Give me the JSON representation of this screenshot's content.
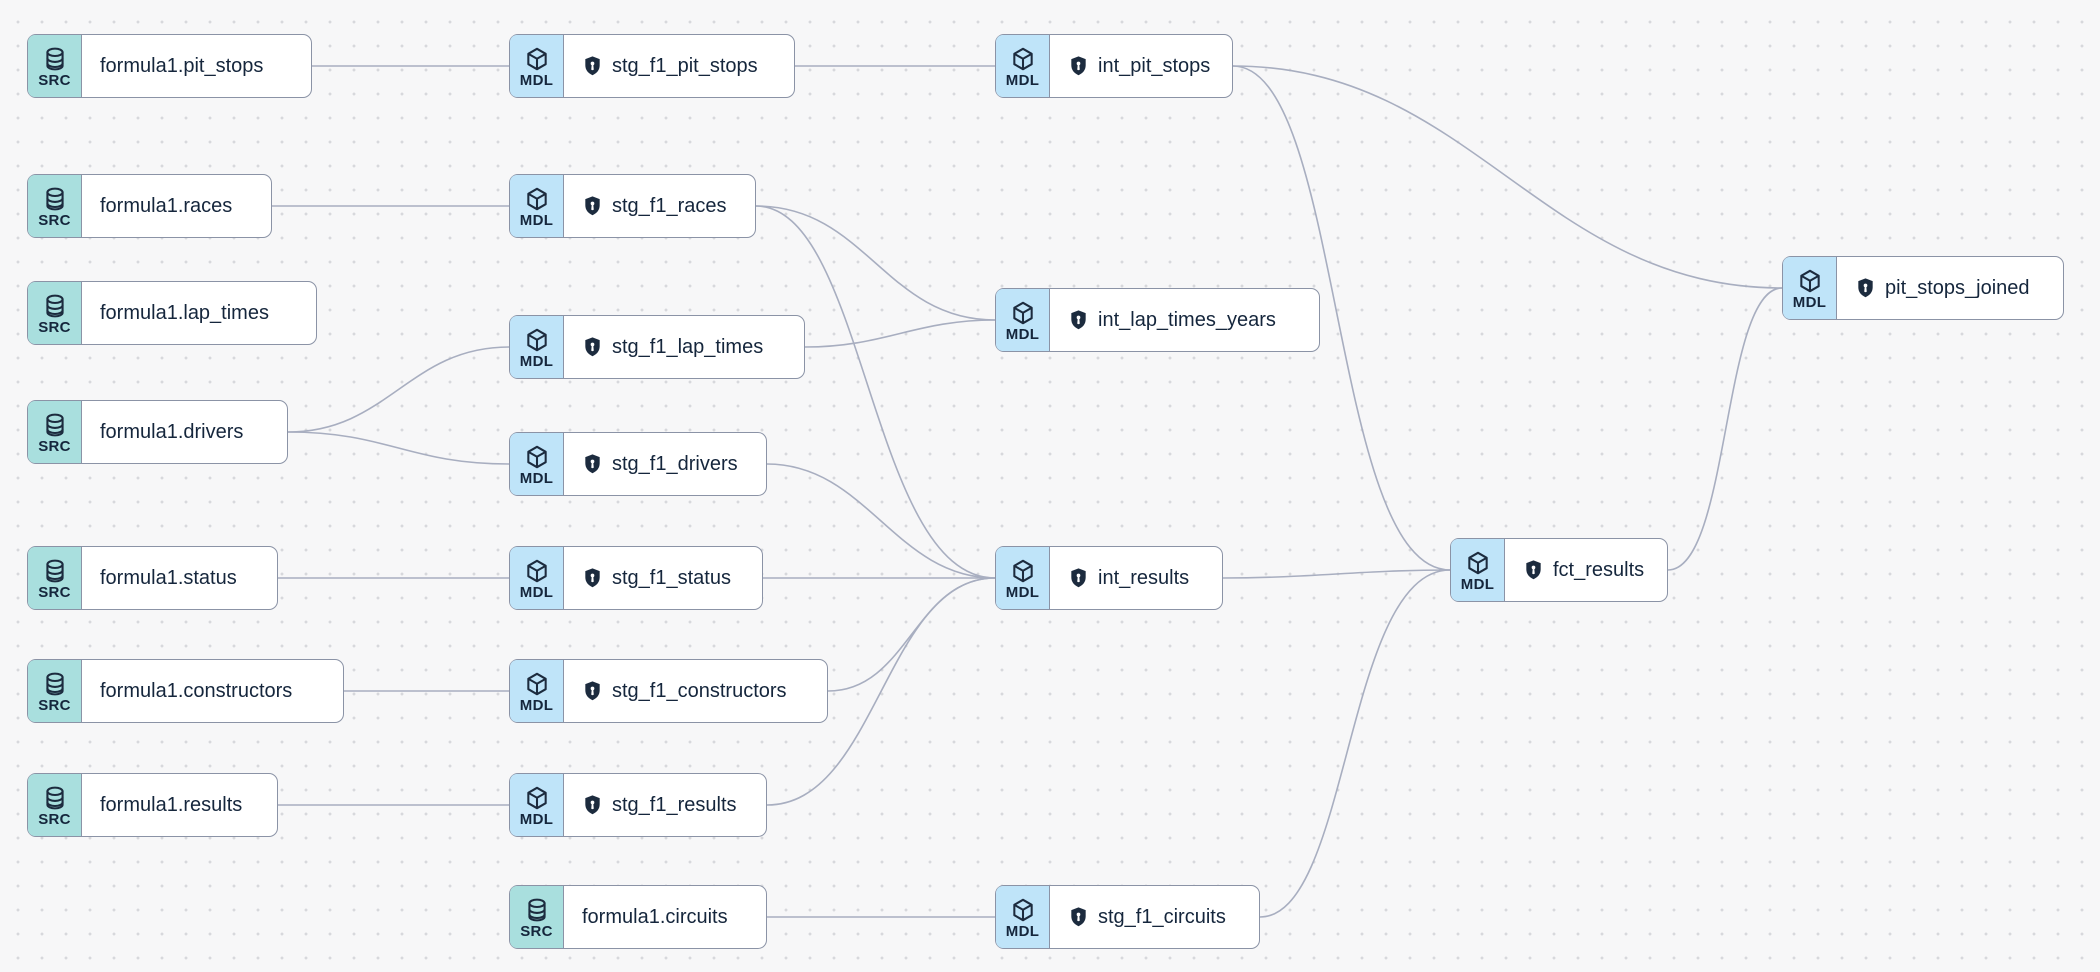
{
  "diagram": {
    "type": "lineage-dag",
    "colors": {
      "background": "#f7f7f8",
      "dot_grid": "#d7d8dc",
      "node_border": "#8b93a6",
      "node_background": "#ffffff",
      "source_badge": "#a9dfde",
      "model_badge": "#bfe4f9",
      "edge": "#a8aec0",
      "text": "#15263c",
      "shield": "#1c2b3e"
    },
    "badge_labels": {
      "source": "SRC",
      "model": "MDL"
    },
    "nodes": [
      {
        "id": "formula1.pit_stops",
        "label": "formula1.pit_stops",
        "badge": "SRC",
        "kind": "source",
        "shield": false
      },
      {
        "id": "stg_f1_pit_stops",
        "label": "stg_f1_pit_stops",
        "badge": "MDL",
        "kind": "model",
        "shield": true
      },
      {
        "id": "int_pit_stops",
        "label": "int_pit_stops",
        "badge": "MDL",
        "kind": "model",
        "shield": true
      },
      {
        "id": "formula1.races",
        "label": "formula1.races",
        "badge": "SRC",
        "kind": "source",
        "shield": false
      },
      {
        "id": "stg_f1_races",
        "label": "stg_f1_races",
        "badge": "MDL",
        "kind": "model",
        "shield": true
      },
      {
        "id": "formula1.lap_times",
        "label": "formula1.lap_times",
        "badge": "SRC",
        "kind": "source",
        "shield": false
      },
      {
        "id": "int_lap_times_years",
        "label": "int_lap_times_years",
        "badge": "MDL",
        "kind": "model",
        "shield": true
      },
      {
        "id": "stg_f1_lap_times",
        "label": "stg_f1_lap_times",
        "badge": "MDL",
        "kind": "model",
        "shield": true
      },
      {
        "id": "formula1.drivers",
        "label": "formula1.drivers",
        "badge": "SRC",
        "kind": "source",
        "shield": false
      },
      {
        "id": "stg_f1_drivers",
        "label": "stg_f1_drivers",
        "badge": "MDL",
        "kind": "model",
        "shield": true
      },
      {
        "id": "formula1.status",
        "label": "formula1.status",
        "badge": "SRC",
        "kind": "source",
        "shield": false
      },
      {
        "id": "stg_f1_status",
        "label": "stg_f1_status",
        "badge": "MDL",
        "kind": "model",
        "shield": true
      },
      {
        "id": "int_results",
        "label": "int_results",
        "badge": "MDL",
        "kind": "model",
        "shield": true
      },
      {
        "id": "fct_results",
        "label": "fct_results",
        "badge": "MDL",
        "kind": "model",
        "shield": true
      },
      {
        "id": "formula1.constructors",
        "label": "formula1.constructors",
        "badge": "SRC",
        "kind": "source",
        "shield": false
      },
      {
        "id": "stg_f1_constructors",
        "label": "stg_f1_constructors",
        "badge": "MDL",
        "kind": "model",
        "shield": true
      },
      {
        "id": "formula1.results",
        "label": "formula1.results",
        "badge": "SRC",
        "kind": "source",
        "shield": false
      },
      {
        "id": "stg_f1_results",
        "label": "stg_f1_results",
        "badge": "MDL",
        "kind": "model",
        "shield": true
      },
      {
        "id": "formula1.circuits",
        "label": "formula1.circuits",
        "badge": "SRC",
        "kind": "source",
        "shield": false
      },
      {
        "id": "stg_f1_circuits",
        "label": "stg_f1_circuits",
        "badge": "MDL",
        "kind": "model",
        "shield": true
      },
      {
        "id": "pit_stops_joined",
        "label": "pit_stops_joined",
        "badge": "MDL",
        "kind": "model",
        "shield": true
      }
    ],
    "edges": [
      {
        "from": "formula1.pit_stops",
        "to": "stg_f1_pit_stops"
      },
      {
        "from": "stg_f1_pit_stops",
        "to": "int_pit_stops"
      },
      {
        "from": "int_pit_stops",
        "to": "pit_stops_joined"
      },
      {
        "from": "int_pit_stops",
        "to": "fct_results"
      },
      {
        "from": "formula1.races",
        "to": "stg_f1_races"
      },
      {
        "from": "stg_f1_races",
        "to": "int_lap_times_years"
      },
      {
        "from": "stg_f1_races",
        "to": "int_results"
      },
      {
        "from": "formula1.drivers",
        "to": "stg_f1_lap_times"
      },
      {
        "from": "formula1.drivers",
        "to": "stg_f1_drivers"
      },
      {
        "from": "stg_f1_lap_times",
        "to": "int_lap_times_years"
      },
      {
        "from": "stg_f1_drivers",
        "to": "int_results"
      },
      {
        "from": "formula1.status",
        "to": "stg_f1_status"
      },
      {
        "from": "stg_f1_status",
        "to": "int_results"
      },
      {
        "from": "formula1.constructors",
        "to": "stg_f1_constructors"
      },
      {
        "from": "stg_f1_constructors",
        "to": "int_results"
      },
      {
        "from": "formula1.results",
        "to": "stg_f1_results"
      },
      {
        "from": "stg_f1_results",
        "to": "int_results"
      },
      {
        "from": "formula1.circuits",
        "to": "stg_f1_circuits"
      },
      {
        "from": "stg_f1_circuits",
        "to": "fct_results"
      },
      {
        "from": "int_results",
        "to": "fct_results"
      },
      {
        "from": "fct_results",
        "to": "pit_stops_joined"
      }
    ]
  }
}
